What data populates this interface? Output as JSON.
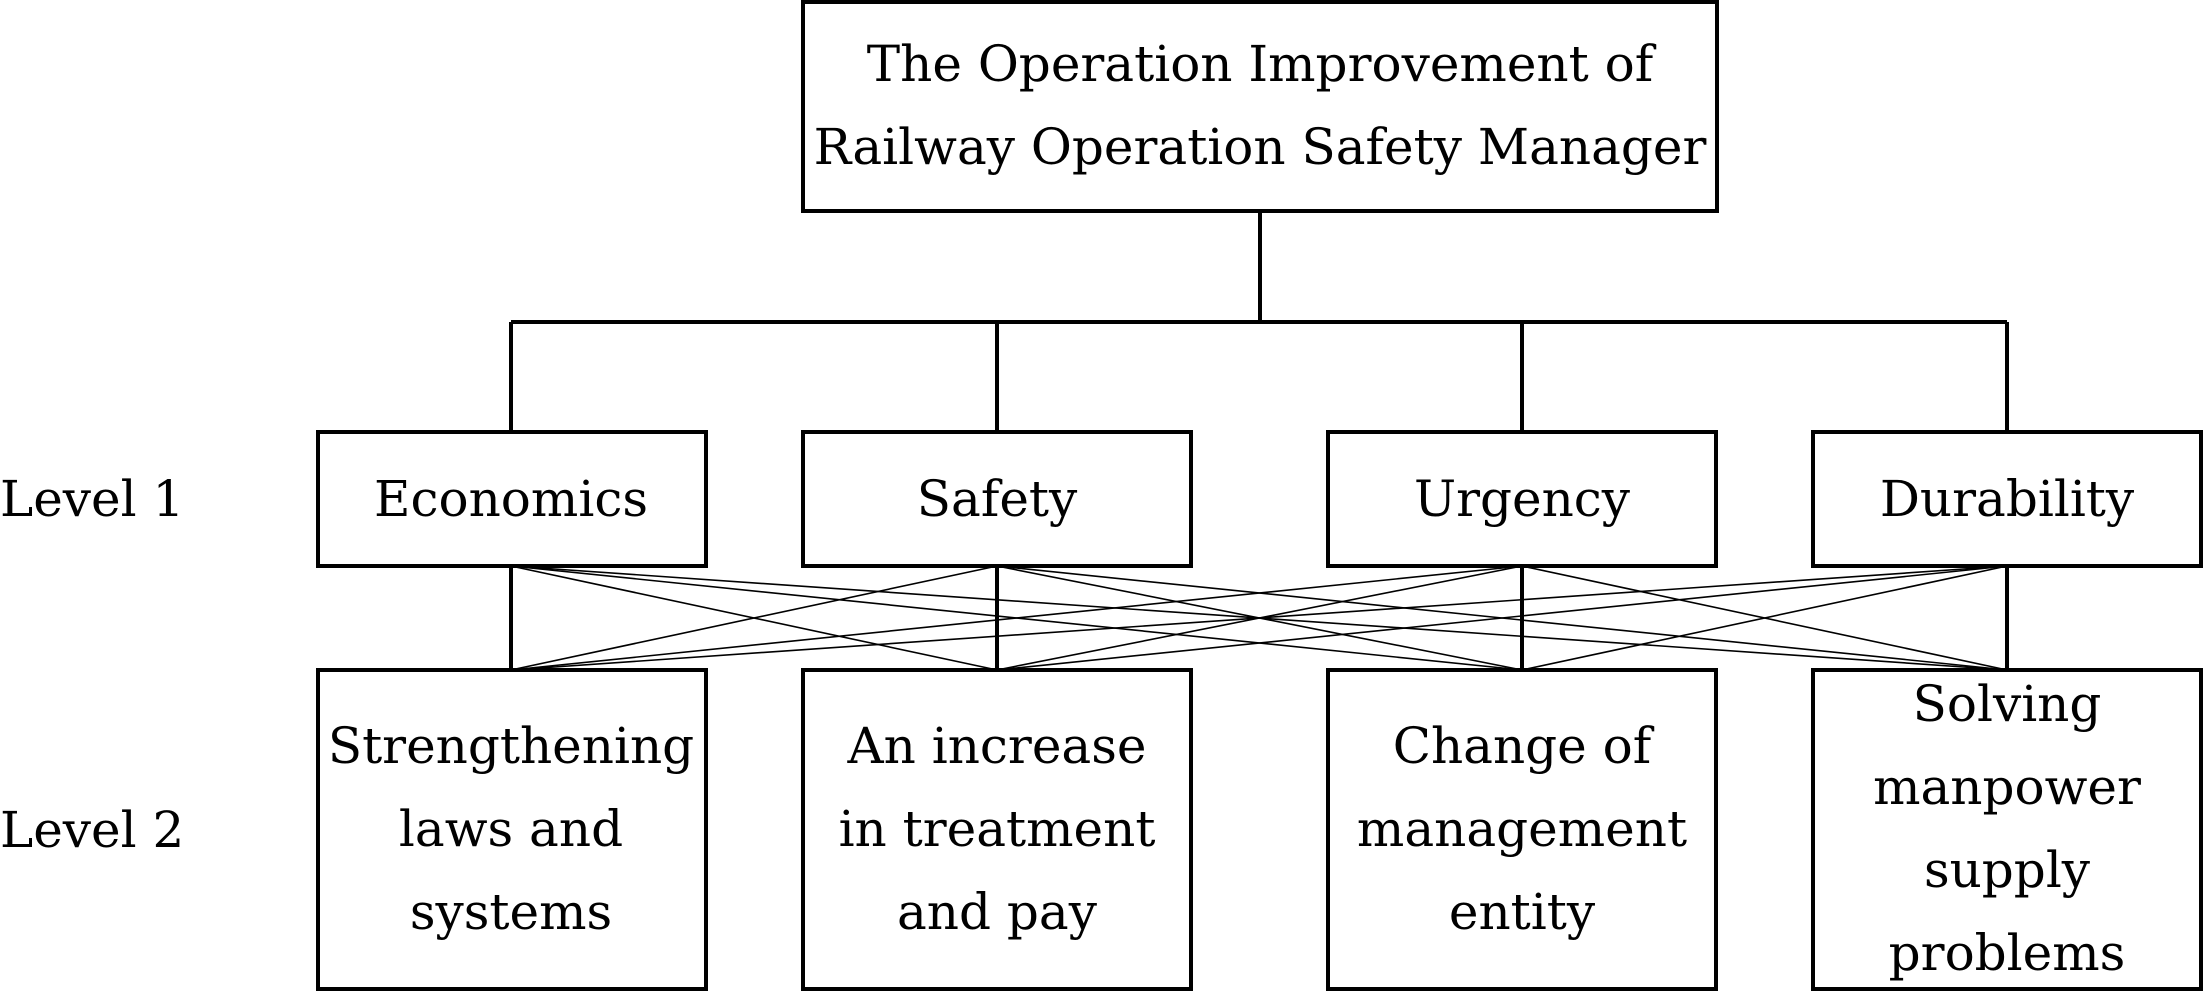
{
  "root": {
    "lines": [
      "The  Operation  Improvement  of",
      "Railway  Operation  Safety  Manager"
    ]
  },
  "level_labels": [
    "Level  1",
    "Level  2"
  ],
  "level1": [
    {
      "label": "Economics"
    },
    {
      "label": "Safety"
    },
    {
      "label": "Urgency"
    },
    {
      "label": "Durability"
    }
  ],
  "level2": [
    {
      "lines": [
        "Strengthening",
        "laws  and",
        "systems"
      ]
    },
    {
      "lines": [
        "An  increase",
        "in  treatment",
        "and  pay"
      ]
    },
    {
      "lines": [
        "Change  of",
        "management",
        "entity"
      ]
    },
    {
      "lines": [
        "Solving",
        "manpower",
        "supply",
        "problems"
      ]
    }
  ]
}
